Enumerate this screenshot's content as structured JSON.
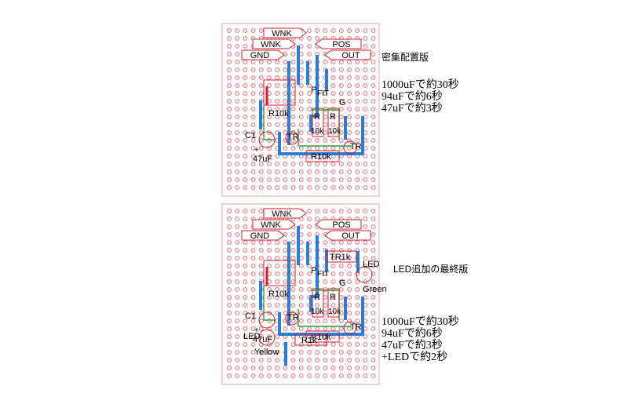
{
  "boards": [
    {
      "id": "top",
      "title": "密集配置版",
      "notes": [
        "1000uFで約30秒",
        "94uFで約6秒",
        "47uFで約3秒"
      ],
      "labels": {
        "wnk_1": "WNK",
        "wnk_2": "WNK",
        "gnd": "GND",
        "pos": "POS",
        "out": "OUT",
        "p": "P",
        "fit": "FIT",
        "g": "G",
        "r10k_left": "R10k",
        "r_mid1": "R",
        "r_mid1_val": "10k",
        "r_mid2": "R",
        "r_mid2_val": "10k",
        "c1": "C1",
        "plus": "+",
        "cap_val": "47uF",
        "tr_left": "TR",
        "tr_right": "TR",
        "r10k_bottom": "R10k"
      }
    },
    {
      "id": "bottom",
      "title": "LED追加の最終版",
      "notes": [
        "1000uFで約30秒",
        "94uFで約6秒",
        "47uFで約3秒",
        "+LEDで約2秒"
      ],
      "labels": {
        "wnk_1": "WNK",
        "wnk_2": "WNK",
        "gnd": "GND",
        "pos": "POS",
        "out": "OUT",
        "p": "P",
        "fit": "FIT",
        "g": "G",
        "tr1k": "TR1k",
        "r10k_left": "R10k",
        "r_mid1": "R",
        "r_mid1_val": "10k",
        "r_mid2": "R",
        "r_mid2_val": "10k",
        "c1": "C1",
        "plus": "+",
        "cap_val": "47uF",
        "tr_left": "TR",
        "tr_right": "TR",
        "r10k_bottom": "R10k",
        "led_right": "LED",
        "green": "Green",
        "led_left": "LED",
        "yellow": "Yellow",
        "r1k": "R1k"
      }
    }
  ],
  "colors": {
    "board_outline": "#e9a0a6",
    "hole": "#e26a78",
    "wire_blue": "#2a7fd0",
    "trace_green": "#29a83a",
    "component": "#d81e2c",
    "text": "#000000"
  }
}
